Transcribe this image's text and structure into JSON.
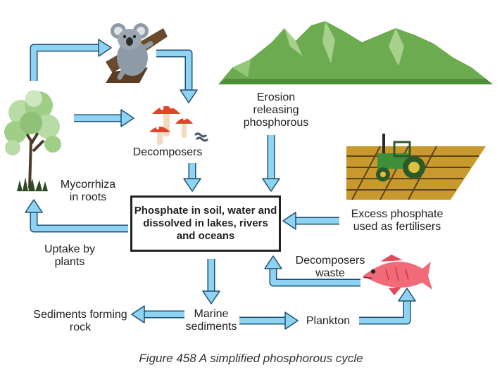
{
  "nodes": {
    "center": "Phosphate in soil, water and dissolved in lakes, rivers and oceans",
    "erosion": [
      "Erosion",
      "releasing",
      "phosphorous"
    ],
    "decomposers": "Decomposers",
    "mycorrhiza": [
      "Mycorrhiza",
      "in roots"
    ],
    "uptake": [
      "Uptake by",
      "plants"
    ],
    "fertiliser": [
      "Excess phosphate",
      "used as fertilisers"
    ],
    "decomposers_waste": [
      "Decomposers",
      "waste"
    ],
    "marine": [
      "Marine",
      "sediments"
    ],
    "plankton": "Plankton",
    "sediments_rock": [
      "Sediments forming",
      "rock"
    ]
  },
  "caption": "Figure 458 A simplified phosphorous cycle",
  "colors": {
    "arrow_fill": "#8fd3f2",
    "arrow_stroke": "#1e4f72",
    "mountain": "#6cab4f",
    "field": "#c89a2e",
    "tractor": "#3f8f3a",
    "fish": "#f06a7a",
    "mushroom": "#e2442a",
    "koala": "#8e9aa6",
    "tree": "#9fcf86"
  },
  "icons": [
    "koala-icon",
    "tree-icon",
    "mushroom-icon",
    "mountain-icon",
    "tractor-icon",
    "fish-icon"
  ]
}
